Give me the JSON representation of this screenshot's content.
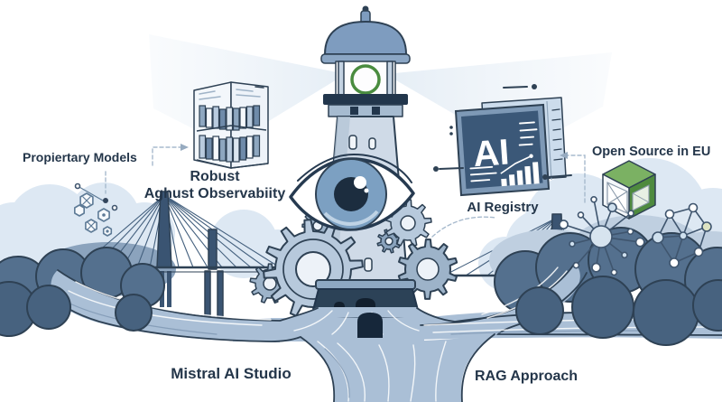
{
  "scene": {
    "labels": {
      "proprietary_models": "Propiertary Models",
      "observability_line1": "Robust",
      "observability_line2": "Aghust Observabiity",
      "ai_registry": "AI Registry",
      "open_source": "Open Source in EU",
      "studio": "Mistral AI Studio",
      "rag": "RAG Approach",
      "ai_panel": "AI"
    },
    "colors": {
      "outline": "#2e4154",
      "text": "#24364a",
      "water": "#aabfd6",
      "tower": "#cfdae7",
      "panel_navy": "#3b5878",
      "cube_green_light": "#7bb163",
      "cube_green_dark": "#4e8a3e",
      "lantern_green": "#4a8c3f",
      "gear_light": "#b7c9dc",
      "gear_mid": "#9db3c9",
      "bush_dark": "#54708e",
      "bush_darker": "#47627f",
      "cloud_light": "#dde8f3",
      "cloud_mid": "#bfcfe0",
      "beam": "#e4edf5",
      "dash_connector": "#a7bacd"
    },
    "icons": [
      "lighthouse-icon",
      "eye-icon",
      "gear-icon",
      "bookshelf-icon",
      "ai-registry-panel-icon",
      "open-source-cube-icon",
      "hexagon-molecule-icon",
      "molecule-burst-icon",
      "molecule-network-icon",
      "bridge-icon",
      "river-icon",
      "light-beam-icon"
    ]
  }
}
